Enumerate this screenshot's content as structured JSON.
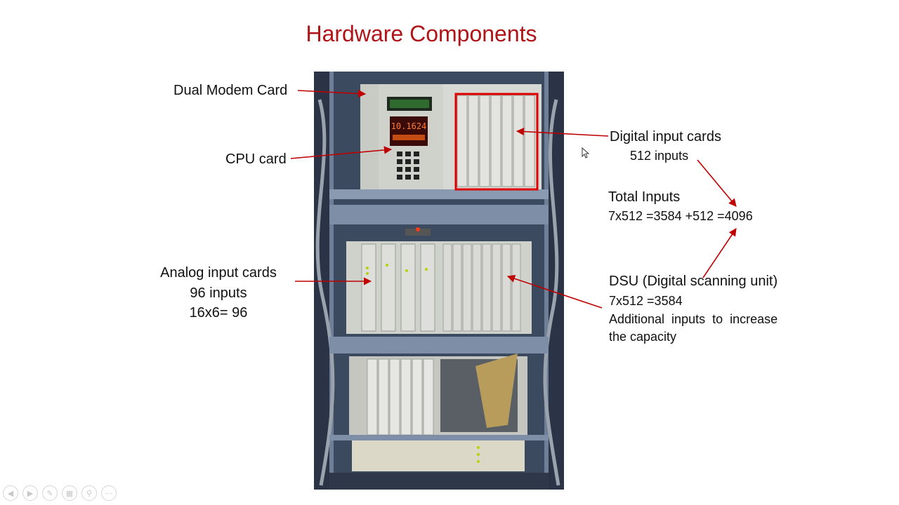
{
  "slide": {
    "title": "Hardware Components",
    "labels": {
      "dual_modem_card": "Dual Modem Card",
      "cpu_card": "CPU card",
      "analog_input_cards": "Analog input cards",
      "analog_inputs": "96 inputs",
      "analog_formula": "16x6= 96",
      "digital_input_cards": "Digital input cards",
      "digital_inputs": "512 inputs",
      "total_inputs": "Total Inputs",
      "total_formula": "7x512 =3584 +512 =4096",
      "dsu": "DSU (Digital scanning unit)",
      "dsu_formula": "7x512 =3584",
      "dsu_note_1": "Additional  inputs  to  increase",
      "dsu_note_2": "the capacity"
    },
    "photo_display": {
      "line1": "10.1624"
    }
  },
  "colors": {
    "title": "#b01418",
    "arrow": "#c00000",
    "highlight_box": "#e00000"
  },
  "toolbar": {
    "icons": [
      "prev-icon",
      "next-icon",
      "pen-icon",
      "slides-icon",
      "zoom-icon",
      "more-icon"
    ]
  }
}
